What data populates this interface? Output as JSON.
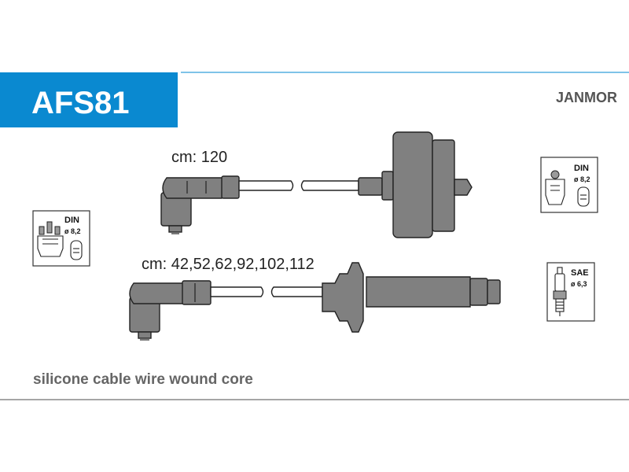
{
  "header": {
    "code": "AFS81",
    "brand": "JANMOR",
    "accent_color": "#0a89d0"
  },
  "cables": [
    {
      "length_label": "cm: 120"
    },
    {
      "length_label": "cm: 42,52,62,92,102,112"
    }
  ],
  "standards": {
    "distributor_left": {
      "name": "DIN",
      "diameter": "ø 8,2",
      "icon": "distributor-cap-icon"
    },
    "coil_right": {
      "name": "DIN",
      "diameter": "ø 8,2",
      "icon": "distributor-cap-icon"
    },
    "spark_plug": {
      "name": "SAE",
      "diameter": "ø 6,3",
      "icon": "spark-plug-icon"
    }
  },
  "footer": {
    "description": "silicone cable wire wound core"
  }
}
